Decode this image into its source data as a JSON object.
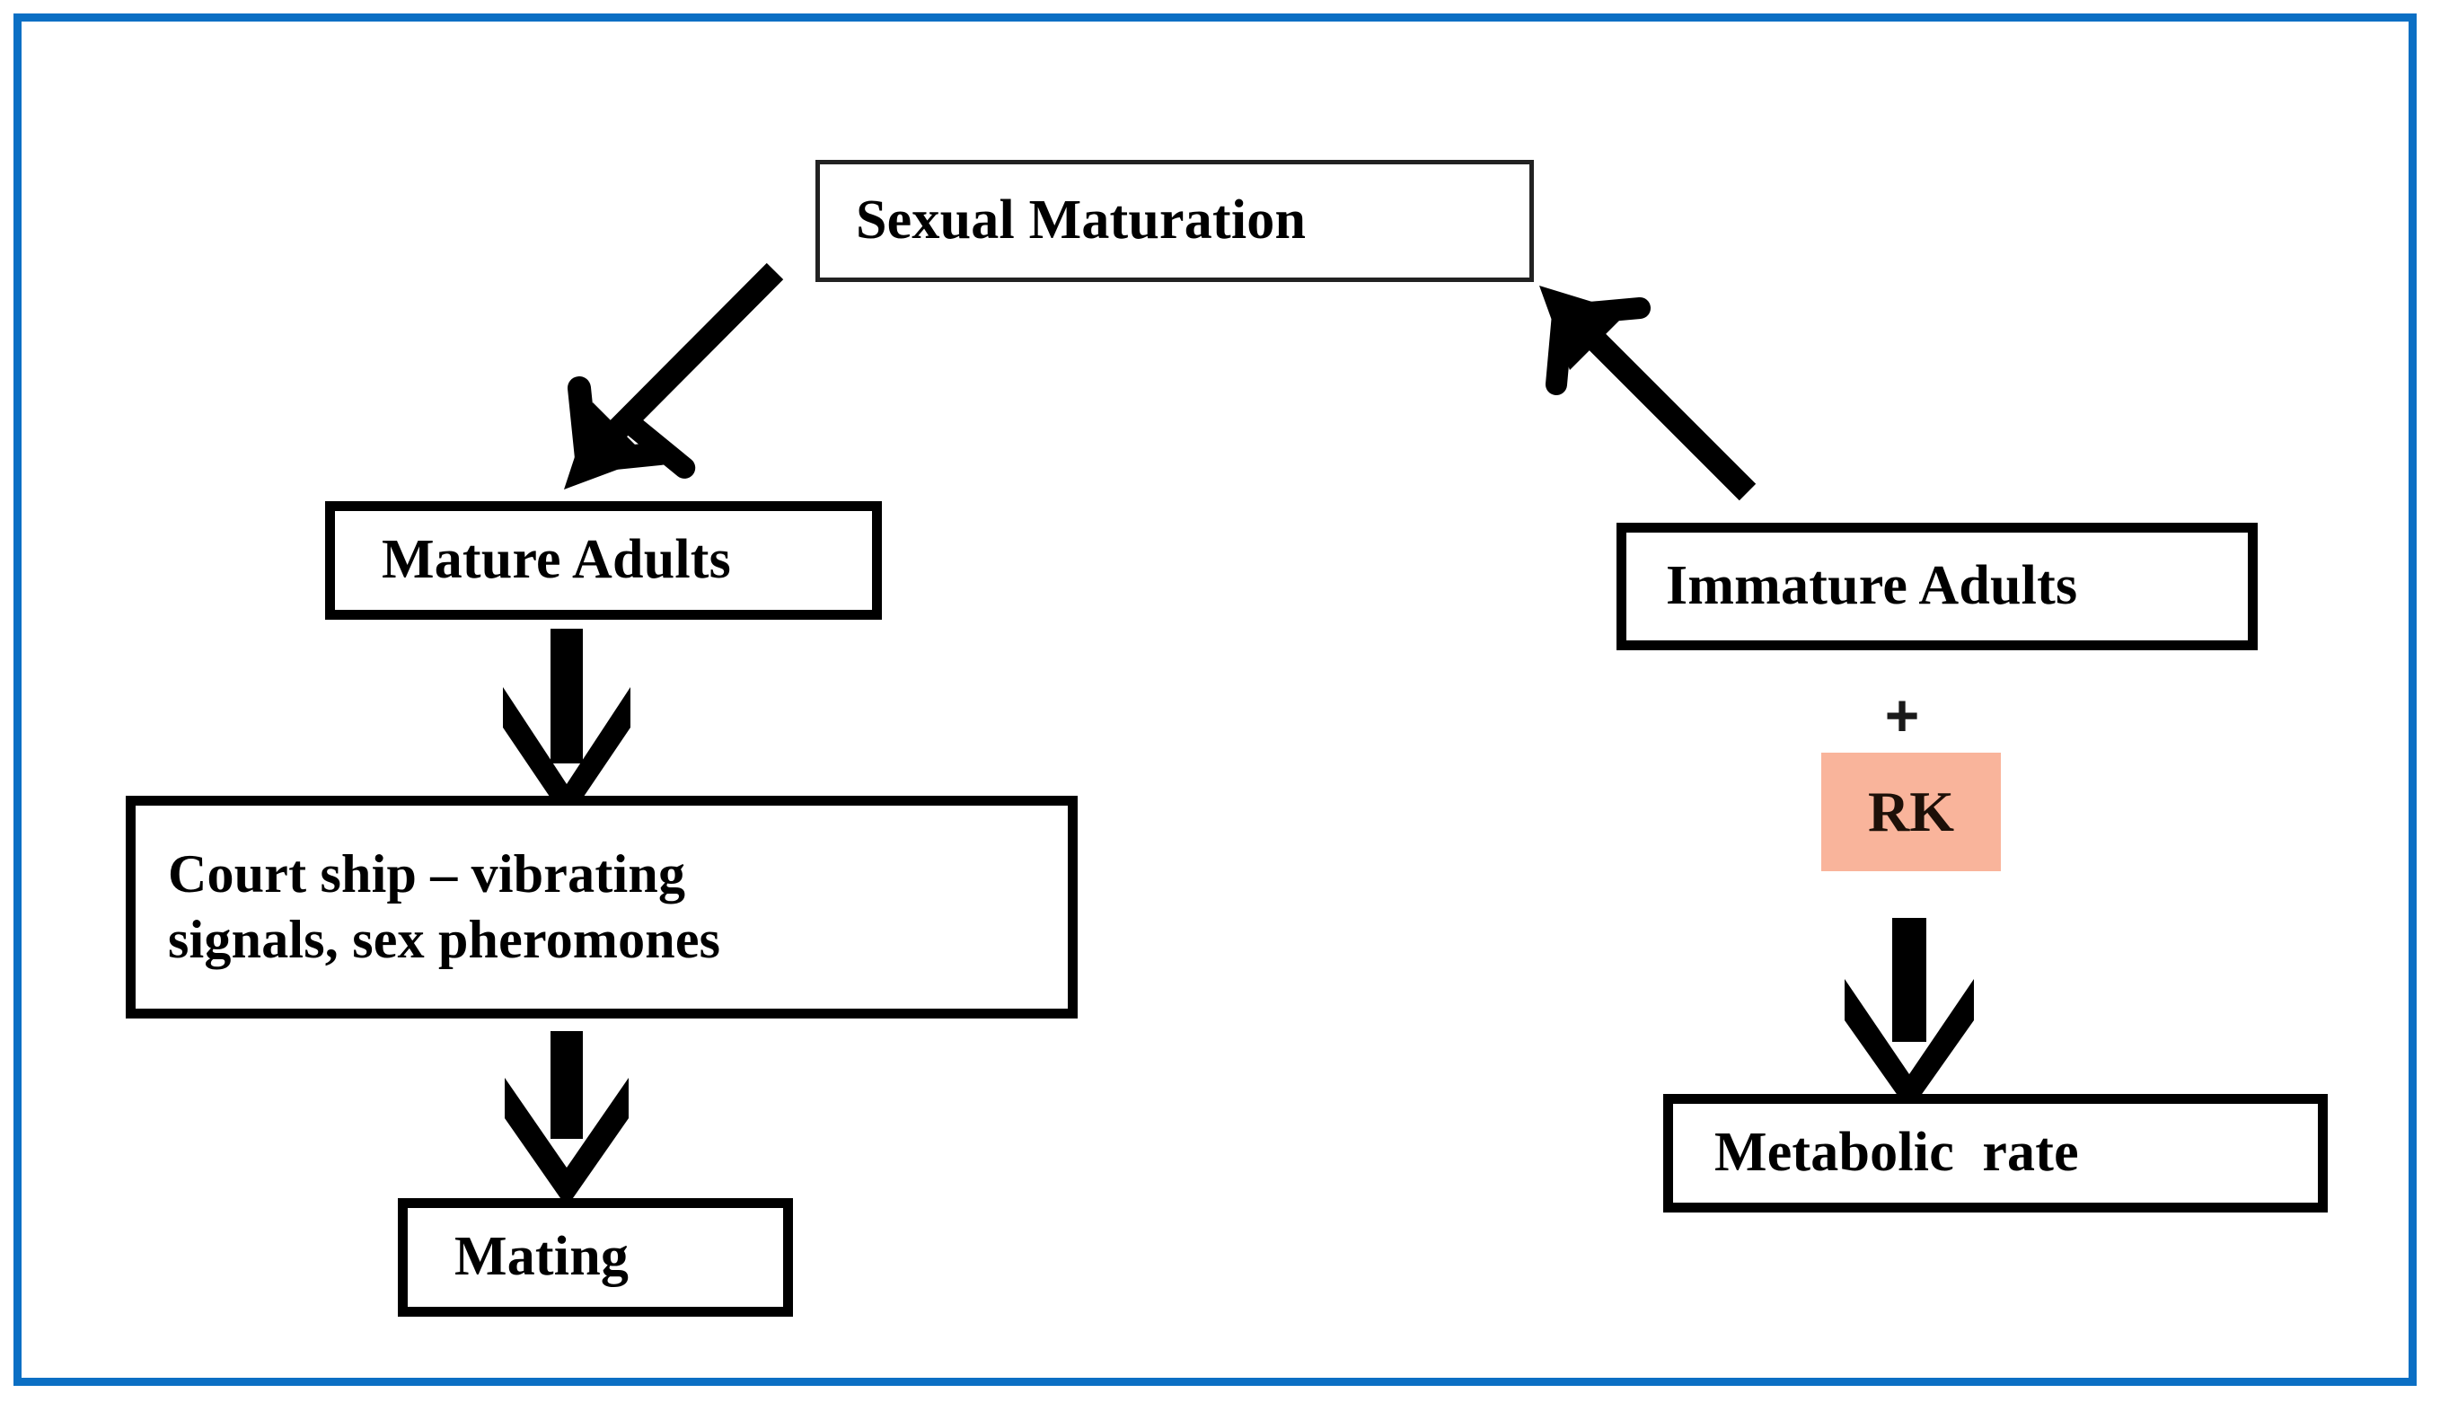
{
  "figure": {
    "type": "flow-diagram",
    "title": "Sexual maturation and mating flow diagram",
    "frame_color": "#0b6fc4",
    "background_color": "#ffffff",
    "box_border_color": "#000000",
    "text_color": "#000000",
    "highlight_color": "#f9b49b"
  },
  "nodes": {
    "sexual_maturation": {
      "label": "Sexual Maturation"
    },
    "mature_adults": {
      "label": "Mature Adults"
    },
    "courtship": {
      "label": "Court ship – vibrating\nsignals, sex pheromones"
    },
    "mating": {
      "label": "Mating"
    },
    "immature_adults": {
      "label": "Immature Adults"
    },
    "plus": {
      "label": "+"
    },
    "rk": {
      "label": "RK"
    },
    "metabolic_rate": {
      "label": "Metabolic  rate"
    }
  },
  "edges": [
    {
      "id": "e1",
      "from": "sexual_maturation",
      "to": "mature_adults",
      "style": "diagonal-thin-arrow",
      "direction": "down-left"
    },
    {
      "id": "e2",
      "from": "mature_adults",
      "to": "courtship",
      "style": "block-arrow",
      "direction": "down"
    },
    {
      "id": "e3",
      "from": "courtship",
      "to": "mating",
      "style": "block-arrow",
      "direction": "down"
    },
    {
      "id": "e4",
      "from": "rk",
      "to": "metabolic_rate",
      "style": "block-arrow",
      "direction": "down"
    },
    {
      "id": "e5",
      "from": "immature_adults",
      "to": "sexual_maturation",
      "style": "diagonal-thin-arrow",
      "direction": "up-left"
    }
  ]
}
